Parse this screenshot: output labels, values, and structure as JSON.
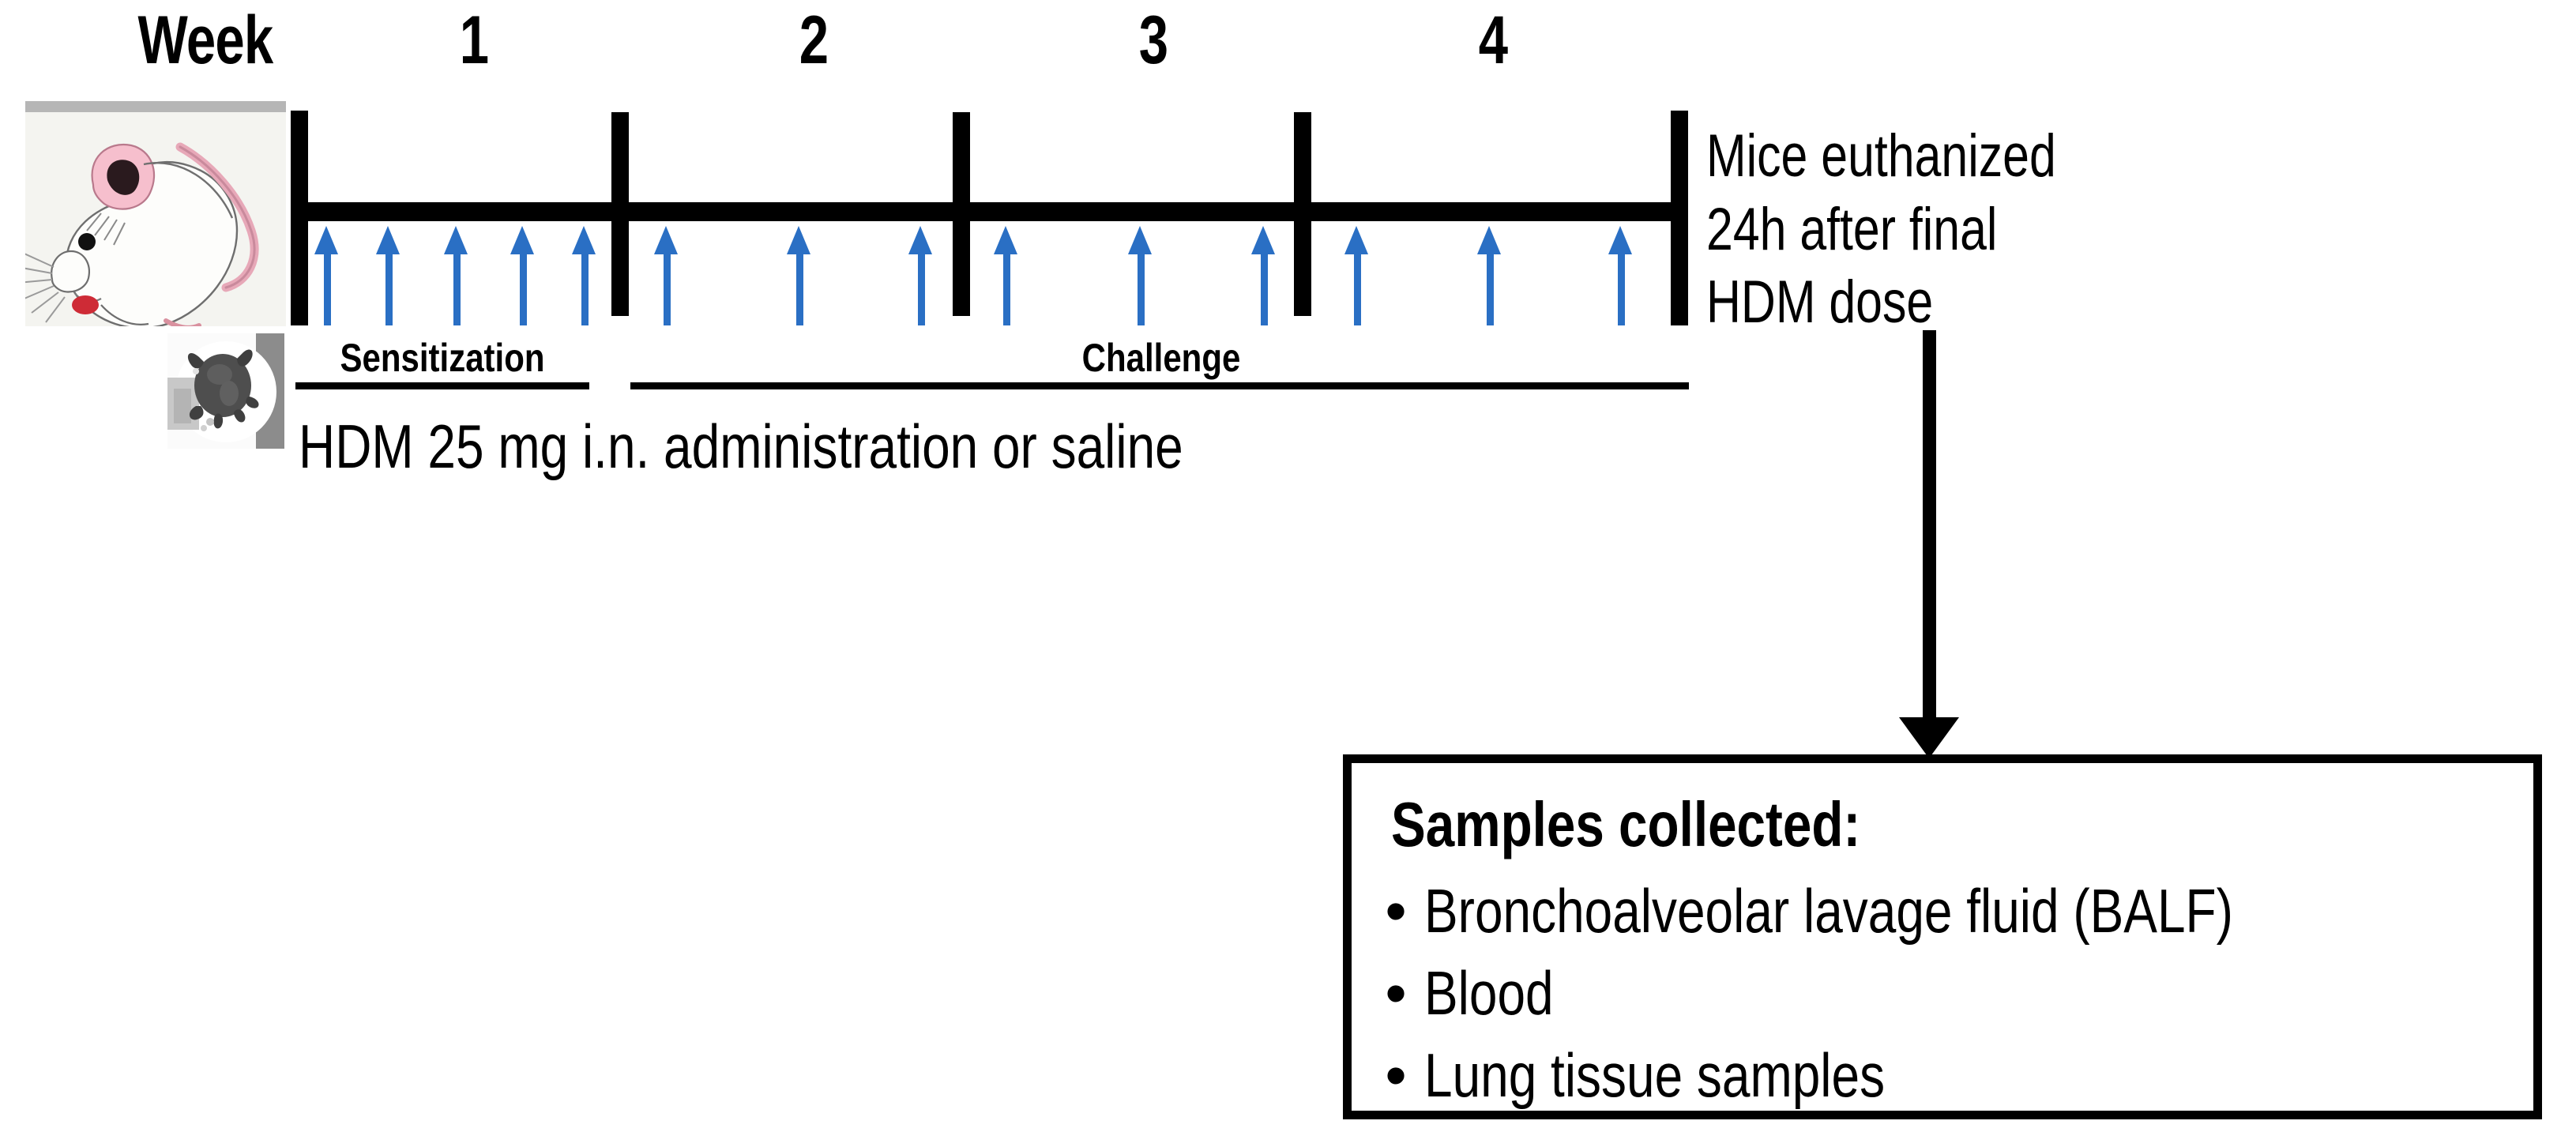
{
  "figure": {
    "type": "experimental-timeline-diagram",
    "accent_color": "#2A6FC4",
    "line_color": "#000000",
    "background": "#ffffff"
  },
  "timeline": {
    "axis_label": "Week",
    "week_labels": [
      "1",
      "2",
      "3",
      "4"
    ],
    "dose_arrows_per_week": [
      5,
      3,
      3,
      3
    ],
    "arrow_color": "#2A6FC4"
  },
  "phases": [
    {
      "label": "Sensitization"
    },
    {
      "label": "Challenge"
    }
  ],
  "dosing": {
    "description": "HDM 25 mg i.n. administration or saline"
  },
  "endpoint": {
    "lines": [
      "Mice euthanized",
      "24h after final",
      "HDM dose"
    ]
  },
  "samples": {
    "title": "Samples collected:",
    "bullet_glyph": "•",
    "items": [
      "Bronchoalveolar lavage fluid (BALF)",
      "Blood",
      "Lung tissue samples"
    ]
  },
  "images": {
    "mouse": "mouse-illustration",
    "mite": "dust-mite-micrograph"
  }
}
